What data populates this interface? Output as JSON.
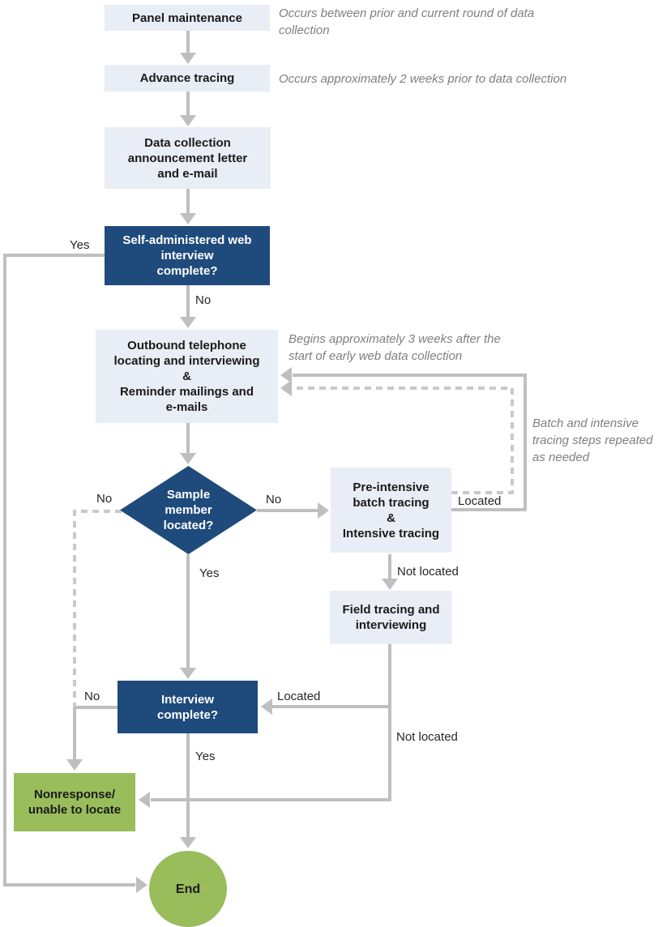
{
  "diagram": {
    "type": "flowchart",
    "subject": "panel maintenance and data collection locating process"
  },
  "colors": {
    "box_light": "#E9EDF5",
    "box_dark": "#1F4A7C",
    "green": "#9ABD5C",
    "line": "#BFBFBF",
    "line_dashed": "#C9C9C9",
    "annotation": "#7F7F7F",
    "label_text": "#262626"
  },
  "nodes": {
    "panel": {
      "label": "Panel maintenance"
    },
    "advance": {
      "label": "Advance tracing"
    },
    "announce": {
      "label": "Data collection\nannouncement letter\nand e-mail"
    },
    "web_interview": {
      "label": "Self-administered web\ninterview\ncomplete?"
    },
    "outbound": {
      "label": "Outbound telephone\nlocating and interviewing\n&\nReminder mailings and\ne-mails"
    },
    "sample_located": {
      "label": "Sample\nmember\nlocated?"
    },
    "batch_tracing": {
      "label": "Pre-intensive\nbatch tracing\n&\nIntensive tracing"
    },
    "field_tracing": {
      "label": "Field tracing and\ninterviewing"
    },
    "interview_complete": {
      "label": "Interview\ncomplete?"
    },
    "nonresponse": {
      "label": "Nonresponse/\nunable to locate"
    },
    "end": {
      "label": "End"
    }
  },
  "annotations": {
    "panel_note": "Occurs between prior and current round of data\ncollection",
    "advance_note": "Occurs approximately 2 weeks prior to data collection",
    "outbound_note": "Begins approximately 3 weeks after the\nstart of early web data collection",
    "tracing_note": "Batch and intensive\ntracing steps repeated\nas needed"
  },
  "edge_labels": {
    "web_yes": "Yes",
    "web_no": "No",
    "sample_no_left": "No",
    "sample_no_right": "No",
    "sample_yes": "Yes",
    "batch_located": "Located",
    "batch_not_located": "Not located",
    "interview_located": "Located",
    "interview_no": "No",
    "field_not_located": "Not located",
    "interview_yes": "Yes"
  }
}
